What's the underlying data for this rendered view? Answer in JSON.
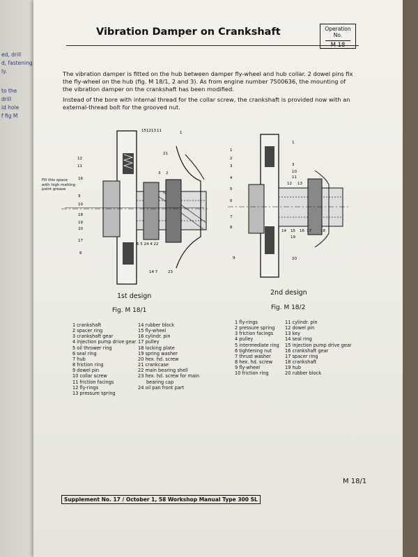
{
  "background_page": {
    "fragments": [
      "ed, drill",
      "d, fastening",
      "ly.",
      "to the",
      "drill",
      "id hole",
      "f fig M"
    ]
  },
  "operation_box": {
    "label_line1": "Operation",
    "label_line2": "No.",
    "number": "M 18"
  },
  "title": "Vibration Damper on Crankshaft",
  "paragraphs": [
    "The vibration damper is fitted on the hub between damper fly-wheel and hub collar. 2 dowel pins fix the fly-wheel on the hub (fig. M 18/1, 2 and 3). As from engine number 7500636, the mounting of the vibration damper on the crankshaft has been modified.",
    "Instead of the bore with internal thread for the collar screw, the crankshaft is provided now with an external-thread bolt for the grooved nut."
  ],
  "figure1": {
    "design_caption": "1st design",
    "fig_caption": "Fig. M 18/1",
    "note": "Fill this space with high melting point grease",
    "callouts_top": [
      "15",
      "12",
      "13",
      "11"
    ],
    "legend_left": [
      "1 crankshaft",
      "2 spacer ring",
      "3 crankshaft gear",
      "4 injection pump drive gear",
      "5 oil thrower ring",
      "6 seal ring",
      "7 hub",
      "8 friction ring",
      "9 dowel pin",
      "10 collar screw",
      "11 friction facings",
      "12 fly-rings",
      "13 pressure spring"
    ],
    "legend_right": [
      "14 rubber block",
      "15 fly-wheel",
      "16 cylindr. pin",
      "17 pulley",
      "18 locking plate",
      "19 spring washer",
      "20 hex. hd. screw",
      "21 crankcase",
      "22 main bearing shell",
      "23 hex. hd. screw for main",
      "bearing cap",
      "24 oil pan front part"
    ]
  },
  "figure2": {
    "design_caption": "2nd design",
    "fig_caption": "Fig. M 18/2",
    "legend_left": [
      "1 fly-rings",
      "2 pressure spring",
      "3 friction facings",
      "4 pulley",
      "5 intermediate ring",
      "6 tightening nut",
      "7 thrust washer",
      "8 hex. hd. screw",
      "9 fly-wheel",
      "10 friction ring"
    ],
    "legend_right": [
      "11 cylindr. pin",
      "12 dowel pin",
      "13 key",
      "14 seal ring",
      "15 injection pump drive gear",
      "16 crankshaft gear",
      "17 spacer ring",
      "18 crankshaft",
      "19 hub",
      "20 rubber block"
    ]
  },
  "page_number": "M 18/1",
  "footer": "Supplement No. 17 / October 1, 58 Workshop Manual Type 300 SL"
}
